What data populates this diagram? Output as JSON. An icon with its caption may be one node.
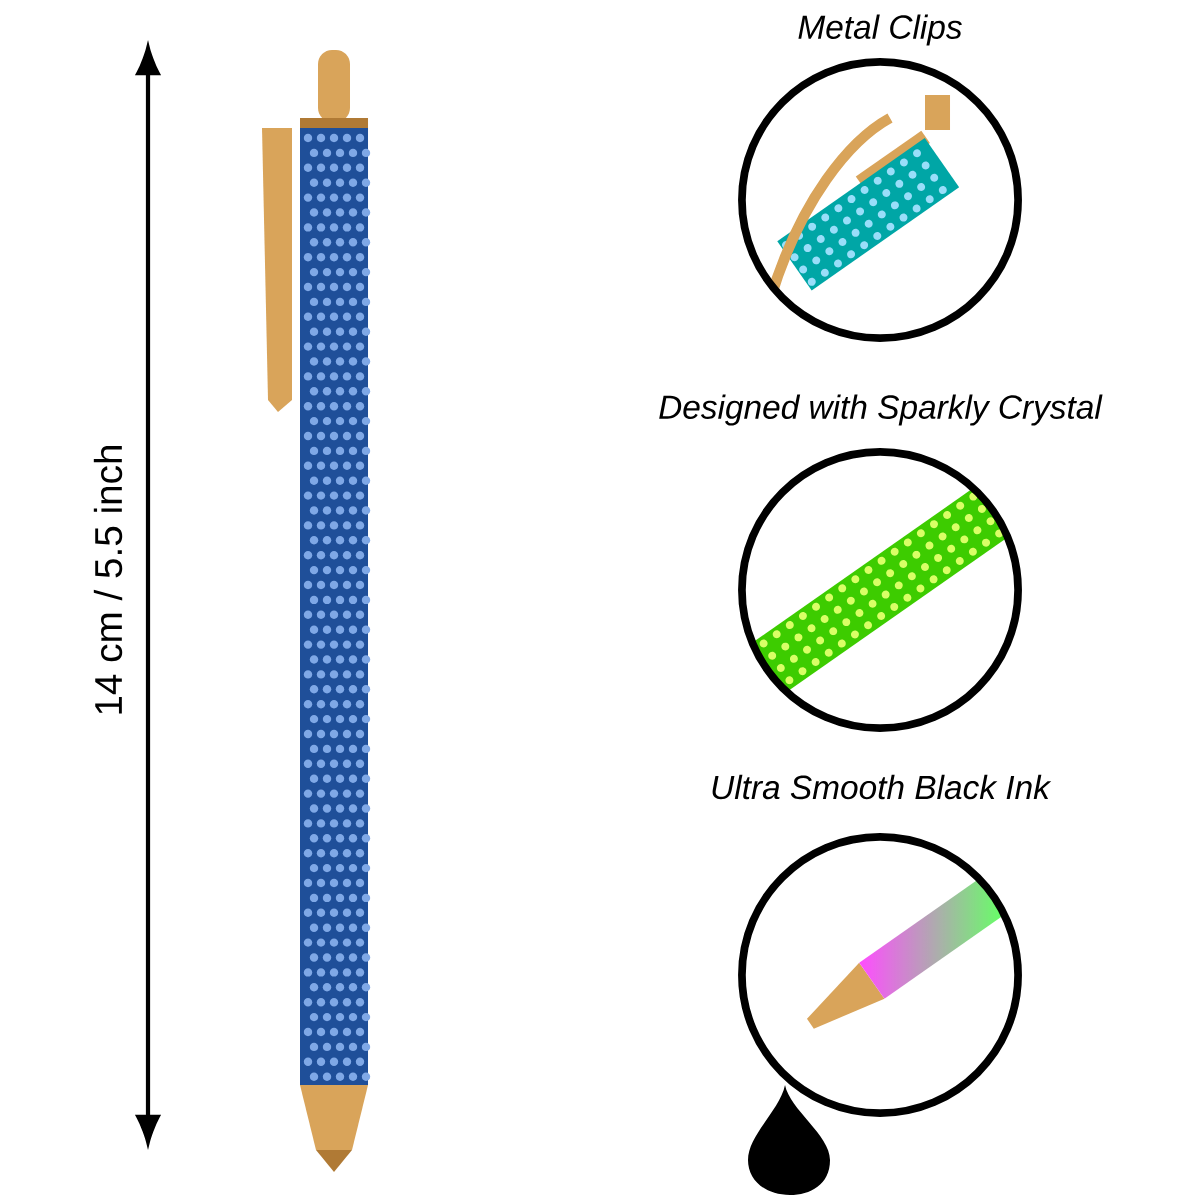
{
  "diagram": {
    "nodes": [
      {
        "text": [
          "Metal Clips"
        ]
      },
      {
        "text": [
          "Designed with Sparkly Crystal"
        ]
      },
      {
        "text": [
          "Ultra Smooth Black Ink"
        ]
      }
    ],
    "labels": [
      "14 cm / 5.5 inch"
    ]
  }
}
